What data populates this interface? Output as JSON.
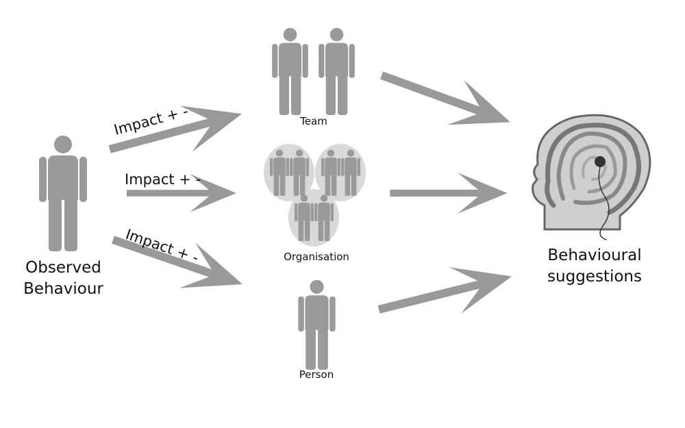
{
  "source": {
    "label_line1": "Observed",
    "label_line2": "Behaviour"
  },
  "arrows": [
    {
      "label": "Impact + -"
    },
    {
      "label": "Impact + -"
    },
    {
      "label": "Impact + -"
    }
  ],
  "targets": {
    "team": "Team",
    "organisation": "Organisation",
    "person": "Person"
  },
  "outcome": {
    "label_line1": "Behavioural",
    "label_line2": "suggestions"
  },
  "colors": {
    "figure": "#9a9a9a",
    "arrow": "#999999",
    "circle": "#d9d9d9",
    "text": "#111111"
  }
}
